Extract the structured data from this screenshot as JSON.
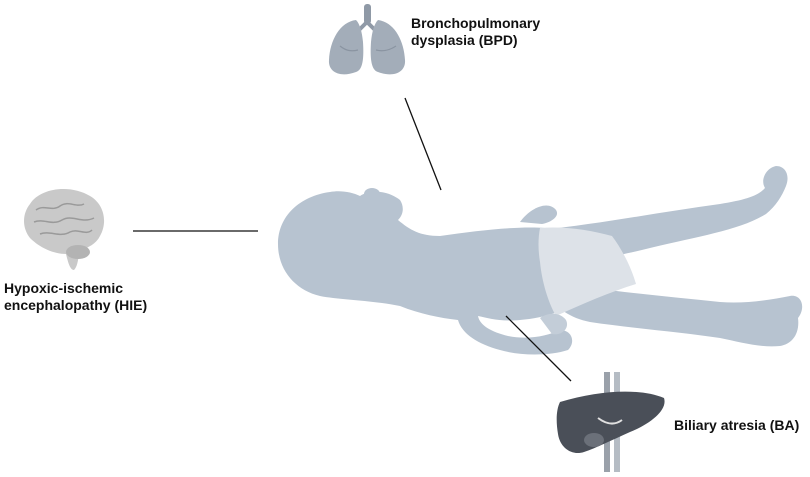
{
  "labels": {
    "bpd": {
      "line1": "Bronchopulmonary",
      "line2": "dysplasia (BPD)"
    },
    "hie": {
      "line1": "Hypoxic-ischemic",
      "line2": "encephalopathy (HIE)"
    },
    "ba": {
      "line1": "Biliary atresia (BA)"
    }
  },
  "colors": {
    "infant": "#b7c3d0",
    "diaper": "#dde2e8",
    "lung": "#a3adb9",
    "brain": "#c9c9c9",
    "liver": "#4a4f58",
    "connector": "#111111"
  },
  "icons": {
    "infant": "infant-silhouette-icon",
    "lungs": "lungs-icon",
    "brain": "brain-icon",
    "liver": "liver-icon"
  }
}
